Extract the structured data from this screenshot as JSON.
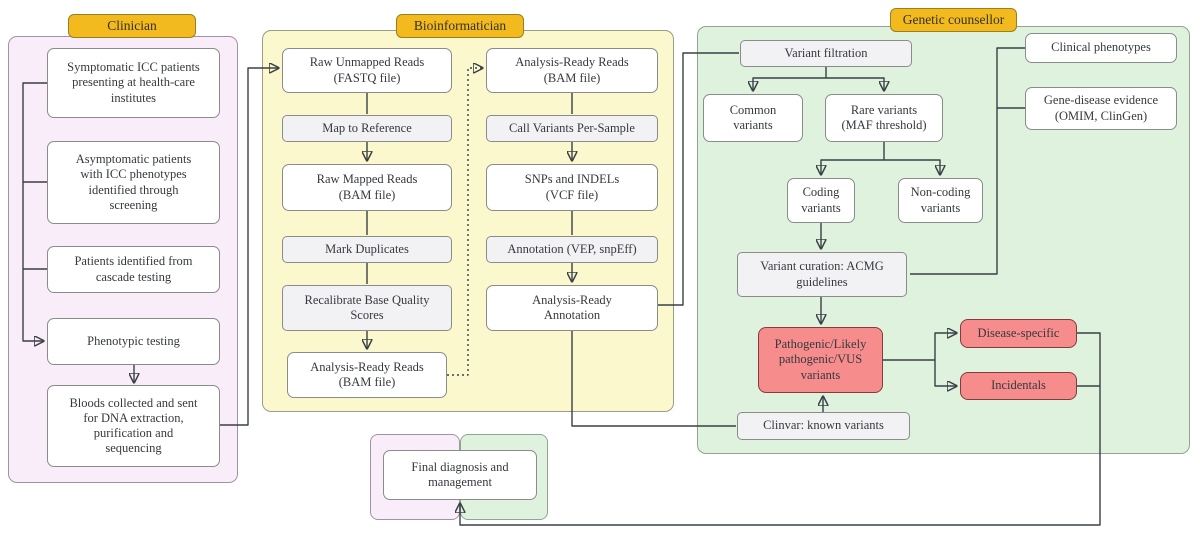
{
  "headers": {
    "clinician": "Clinician",
    "bioinformatician": "Bioinformatician",
    "genetic_counsellor": "Genetic counsellor"
  },
  "clinician": {
    "symptomatic": "Symptomatic ICC patients\npresenting at health-care\ninstitutes",
    "asymptomatic": "Asymptomatic patients\nwith ICC phenotypes\nidentified through\nscreening",
    "cascade": "Patients identified from\ncascade testing",
    "phenotypic": "Phenotypic testing",
    "bloods": "Bloods collected and sent\nfor DNA extraction,\npurification and\nsequencing"
  },
  "bioinformatician": {
    "raw_unmapped": "Raw Unmapped Reads\n(FASTQ file)",
    "map_reference": "Map to Reference",
    "raw_mapped": "Raw Mapped Reads\n(BAM file)",
    "mark_duplicates": "Mark Duplicates",
    "recalibrate": "Recalibrate Base Quality\nScores",
    "analysis_ready_reads_1": "Analysis-Ready Reads\n(BAM file)",
    "analysis_ready_reads_2": "Analysis-Ready Reads\n(BAM file)",
    "call_variants": "Call Variants Per-Sample",
    "snps_indels": "SNPs and INDELs\n(VCF file)",
    "annotation": "Annotation (VEP, snpEff)",
    "analysis_ready_annotation": "Analysis-Ready\nAnnotation"
  },
  "genetic_counsellor": {
    "variant_filtration": "Variant filtration",
    "common_variants": "Common\nvariants",
    "rare_variants": "Rare variants\n(MAF threshold)",
    "coding_variants": "Coding\nvariants",
    "noncoding_variants": "Non-coding\nvariants",
    "clinical_phenotypes": "Clinical phenotypes",
    "gene_disease": "Gene-disease evidence\n(OMIM, ClinGen)",
    "variant_curation": "Variant curation: ACMG\nguidelines",
    "pathogenic": "Pathogenic/Likely\npathogenic/VUS\nvariants",
    "clinvar": "Clinvar: known variants",
    "disease_specific": "Disease-specific",
    "incidentals": "Incidentals"
  },
  "final": {
    "diagnosis": "Final diagnosis and\nmanagement"
  },
  "colors": {
    "header_fill": "#f3ba1e",
    "lane_clinician": "#f9edf9",
    "lane_bioinformatician": "#fbf8cd",
    "lane_genetic_counsellor": "#def2de",
    "process_box": "#f2f2f4",
    "result_box": "#f78c8c",
    "result_box_border": "#823c3c",
    "connector": "#3a4046"
  }
}
